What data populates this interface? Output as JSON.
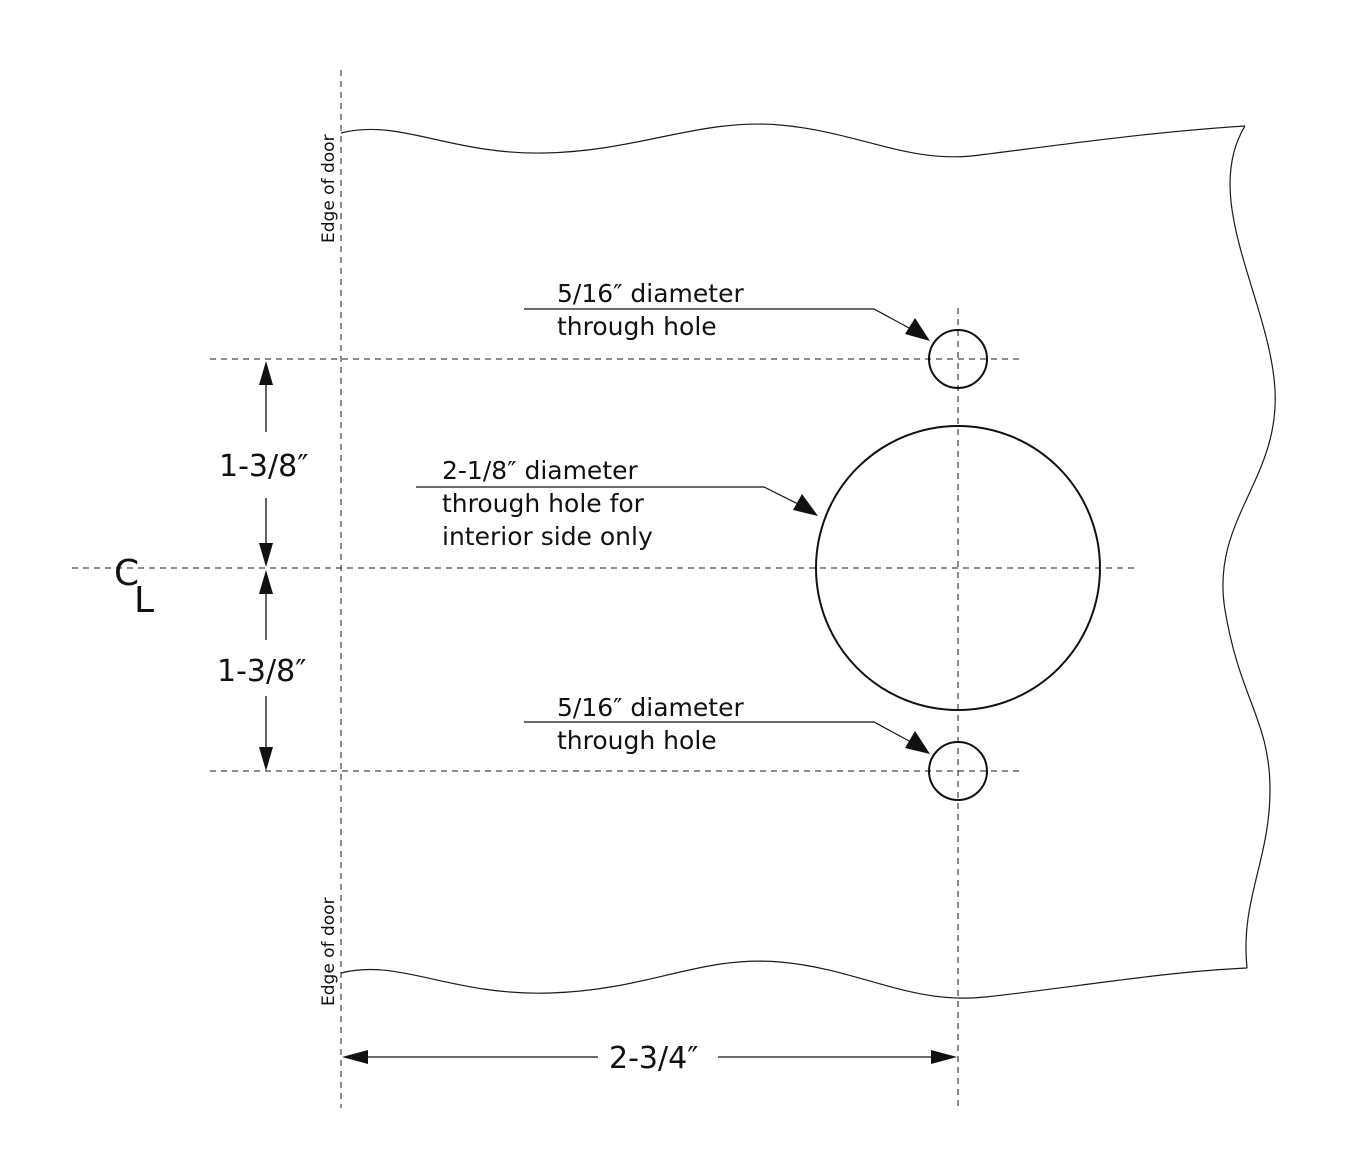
{
  "labels": {
    "edge_top": "Edge of door",
    "edge_bottom": "Edge of door",
    "top_hole_line1": "5/16″ diameter",
    "top_hole_line2": "through hole",
    "big_hole_line1": "2-1/8″ diameter",
    "big_hole_line2": "through hole for",
    "big_hole_line3": "interior side only",
    "bottom_hole_line1": "5/16″ diameter",
    "bottom_hole_line2": "through hole",
    "dim_upper": "1-3/8″",
    "dim_lower": "1-3/8″",
    "dim_horizontal": "2-3/4″",
    "centerline_c": "C",
    "centerline_l": "L"
  },
  "colors": {
    "ink": "#111111",
    "background": "#ffffff"
  }
}
